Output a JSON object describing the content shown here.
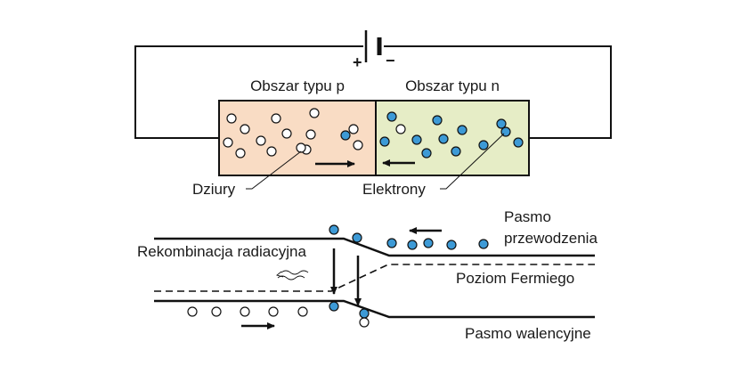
{
  "battery": {
    "plus": "+",
    "minus": "−"
  },
  "regions": {
    "p_label": "Obszar typu p",
    "n_label": "Obszar typu n",
    "p_color": "#f9dcc4",
    "n_color": "#e6edc6"
  },
  "carriers": {
    "holes_label": "Dziury",
    "electrons_label": "Elektrony",
    "electron_color": "#3d9ad6"
  },
  "bands": {
    "conduction_label_1": "Pasmo",
    "conduction_label_2": "przewodzenia",
    "fermi_label": "Poziom Fermiego",
    "valence_label": "Pasmo walencyjne",
    "recombination_label": "Rekombinacja radiacyjna"
  }
}
